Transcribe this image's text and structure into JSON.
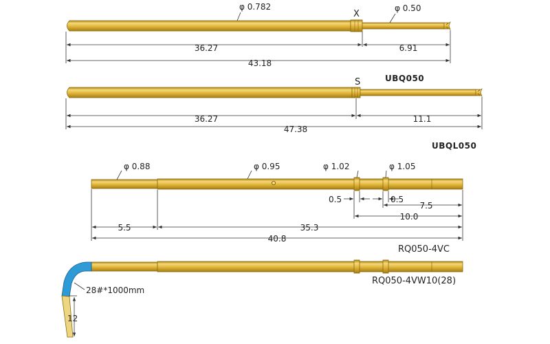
{
  "colors": {
    "pin_light": "#f6d878",
    "pin_mid": "#e2b63c",
    "pin_dark": "#b08918",
    "pin_outline": "#8a6a10",
    "line": "#333333",
    "wire_blue": "#2e9ad6",
    "wire_tan": "#e8d17a"
  },
  "part1": {
    "dia_body": "φ 0.782",
    "mark": "X",
    "dia_tip": "φ 0.50",
    "len_body": "36.27",
    "len_tip": "6.91",
    "len_total": "43.18",
    "model": "UBQ050"
  },
  "part2": {
    "mark": "S",
    "len_body": "36.27",
    "len_tip": "11.1",
    "len_total": "47.38",
    "model": "UBQL050"
  },
  "part3": {
    "dia_tail": "φ 0.88",
    "dia_body": "φ 0.95",
    "dia_ring1": "φ 1.02",
    "dia_ring2": "φ 1.05",
    "ring1_w": "0.5",
    "ring2_w": "0.5",
    "len_ring2": "7.5",
    "len_ring1": "10.0",
    "len_tail": "5.5",
    "len_body": "35.3",
    "len_total": "40.8",
    "model": "RQ050-4VC"
  },
  "part4": {
    "wire_spec": "28#*1000mm",
    "strip_len": "12",
    "model": "RQ050-4VW10(28)"
  }
}
